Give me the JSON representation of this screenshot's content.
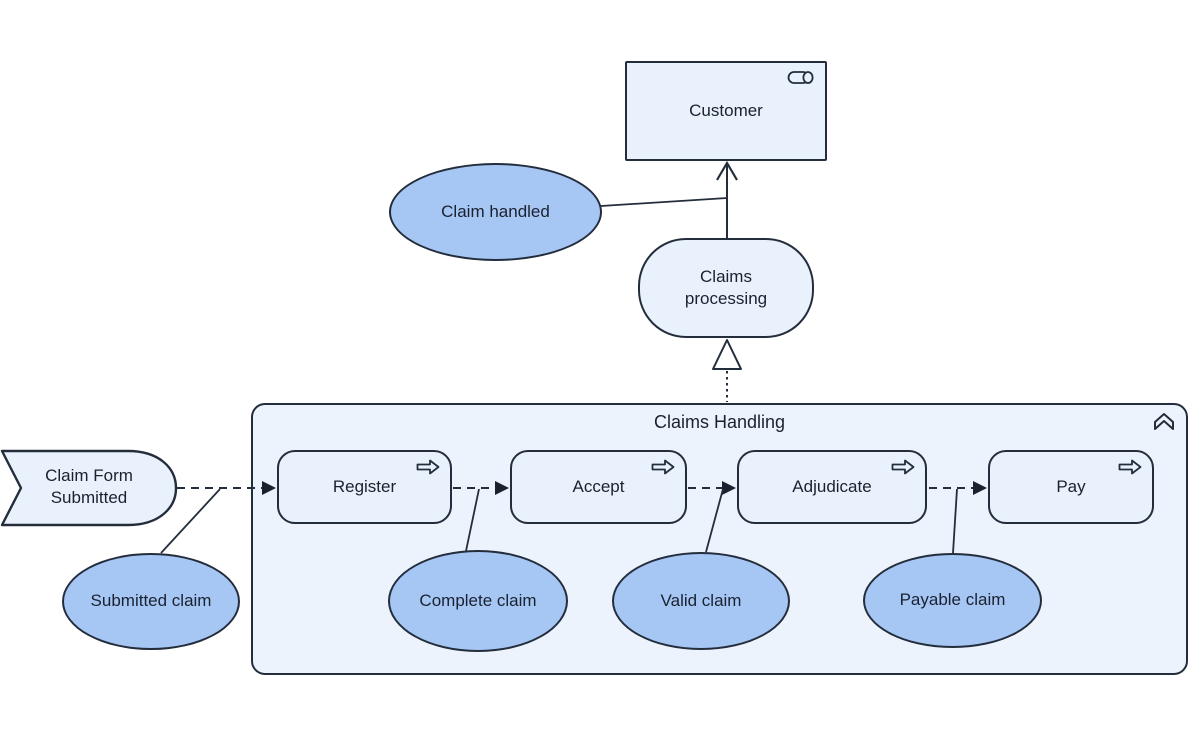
{
  "diagram_title": "Claims Handling",
  "colors": {
    "background": "#ffffff",
    "node_fill": "#e9f1fc",
    "container_fill": "#ecf3fc",
    "object_fill": "#a6c6f4",
    "stroke": "#232d3c",
    "text": "#1a2230"
  },
  "nodes": {
    "actor": {
      "label": "Customer",
      "icon": "role-icon"
    },
    "goal": {
      "label": "Claim handled"
    },
    "service": {
      "label": "Claims processing"
    },
    "container": {
      "label": "Claims Handling",
      "icon": "chevron-band-icon"
    },
    "event": {
      "label": "Claim Form Submitted"
    },
    "processes": [
      {
        "label": "Register"
      },
      {
        "label": "Accept"
      },
      {
        "label": "Adjudicate"
      },
      {
        "label": "Pay"
      }
    ],
    "objects": [
      {
        "label": "Submitted claim"
      },
      {
        "label": "Complete claim"
      },
      {
        "label": "Valid claim"
      },
      {
        "label": "Payable claim"
      }
    ]
  },
  "relations": {
    "serving": "Claims processing → Customer",
    "realization": "Claims Handling → Claims processing",
    "flows": [
      "Claim Form Submitted → Register",
      "Register → Accept",
      "Accept → Adjudicate",
      "Adjudicate → Pay"
    ]
  }
}
